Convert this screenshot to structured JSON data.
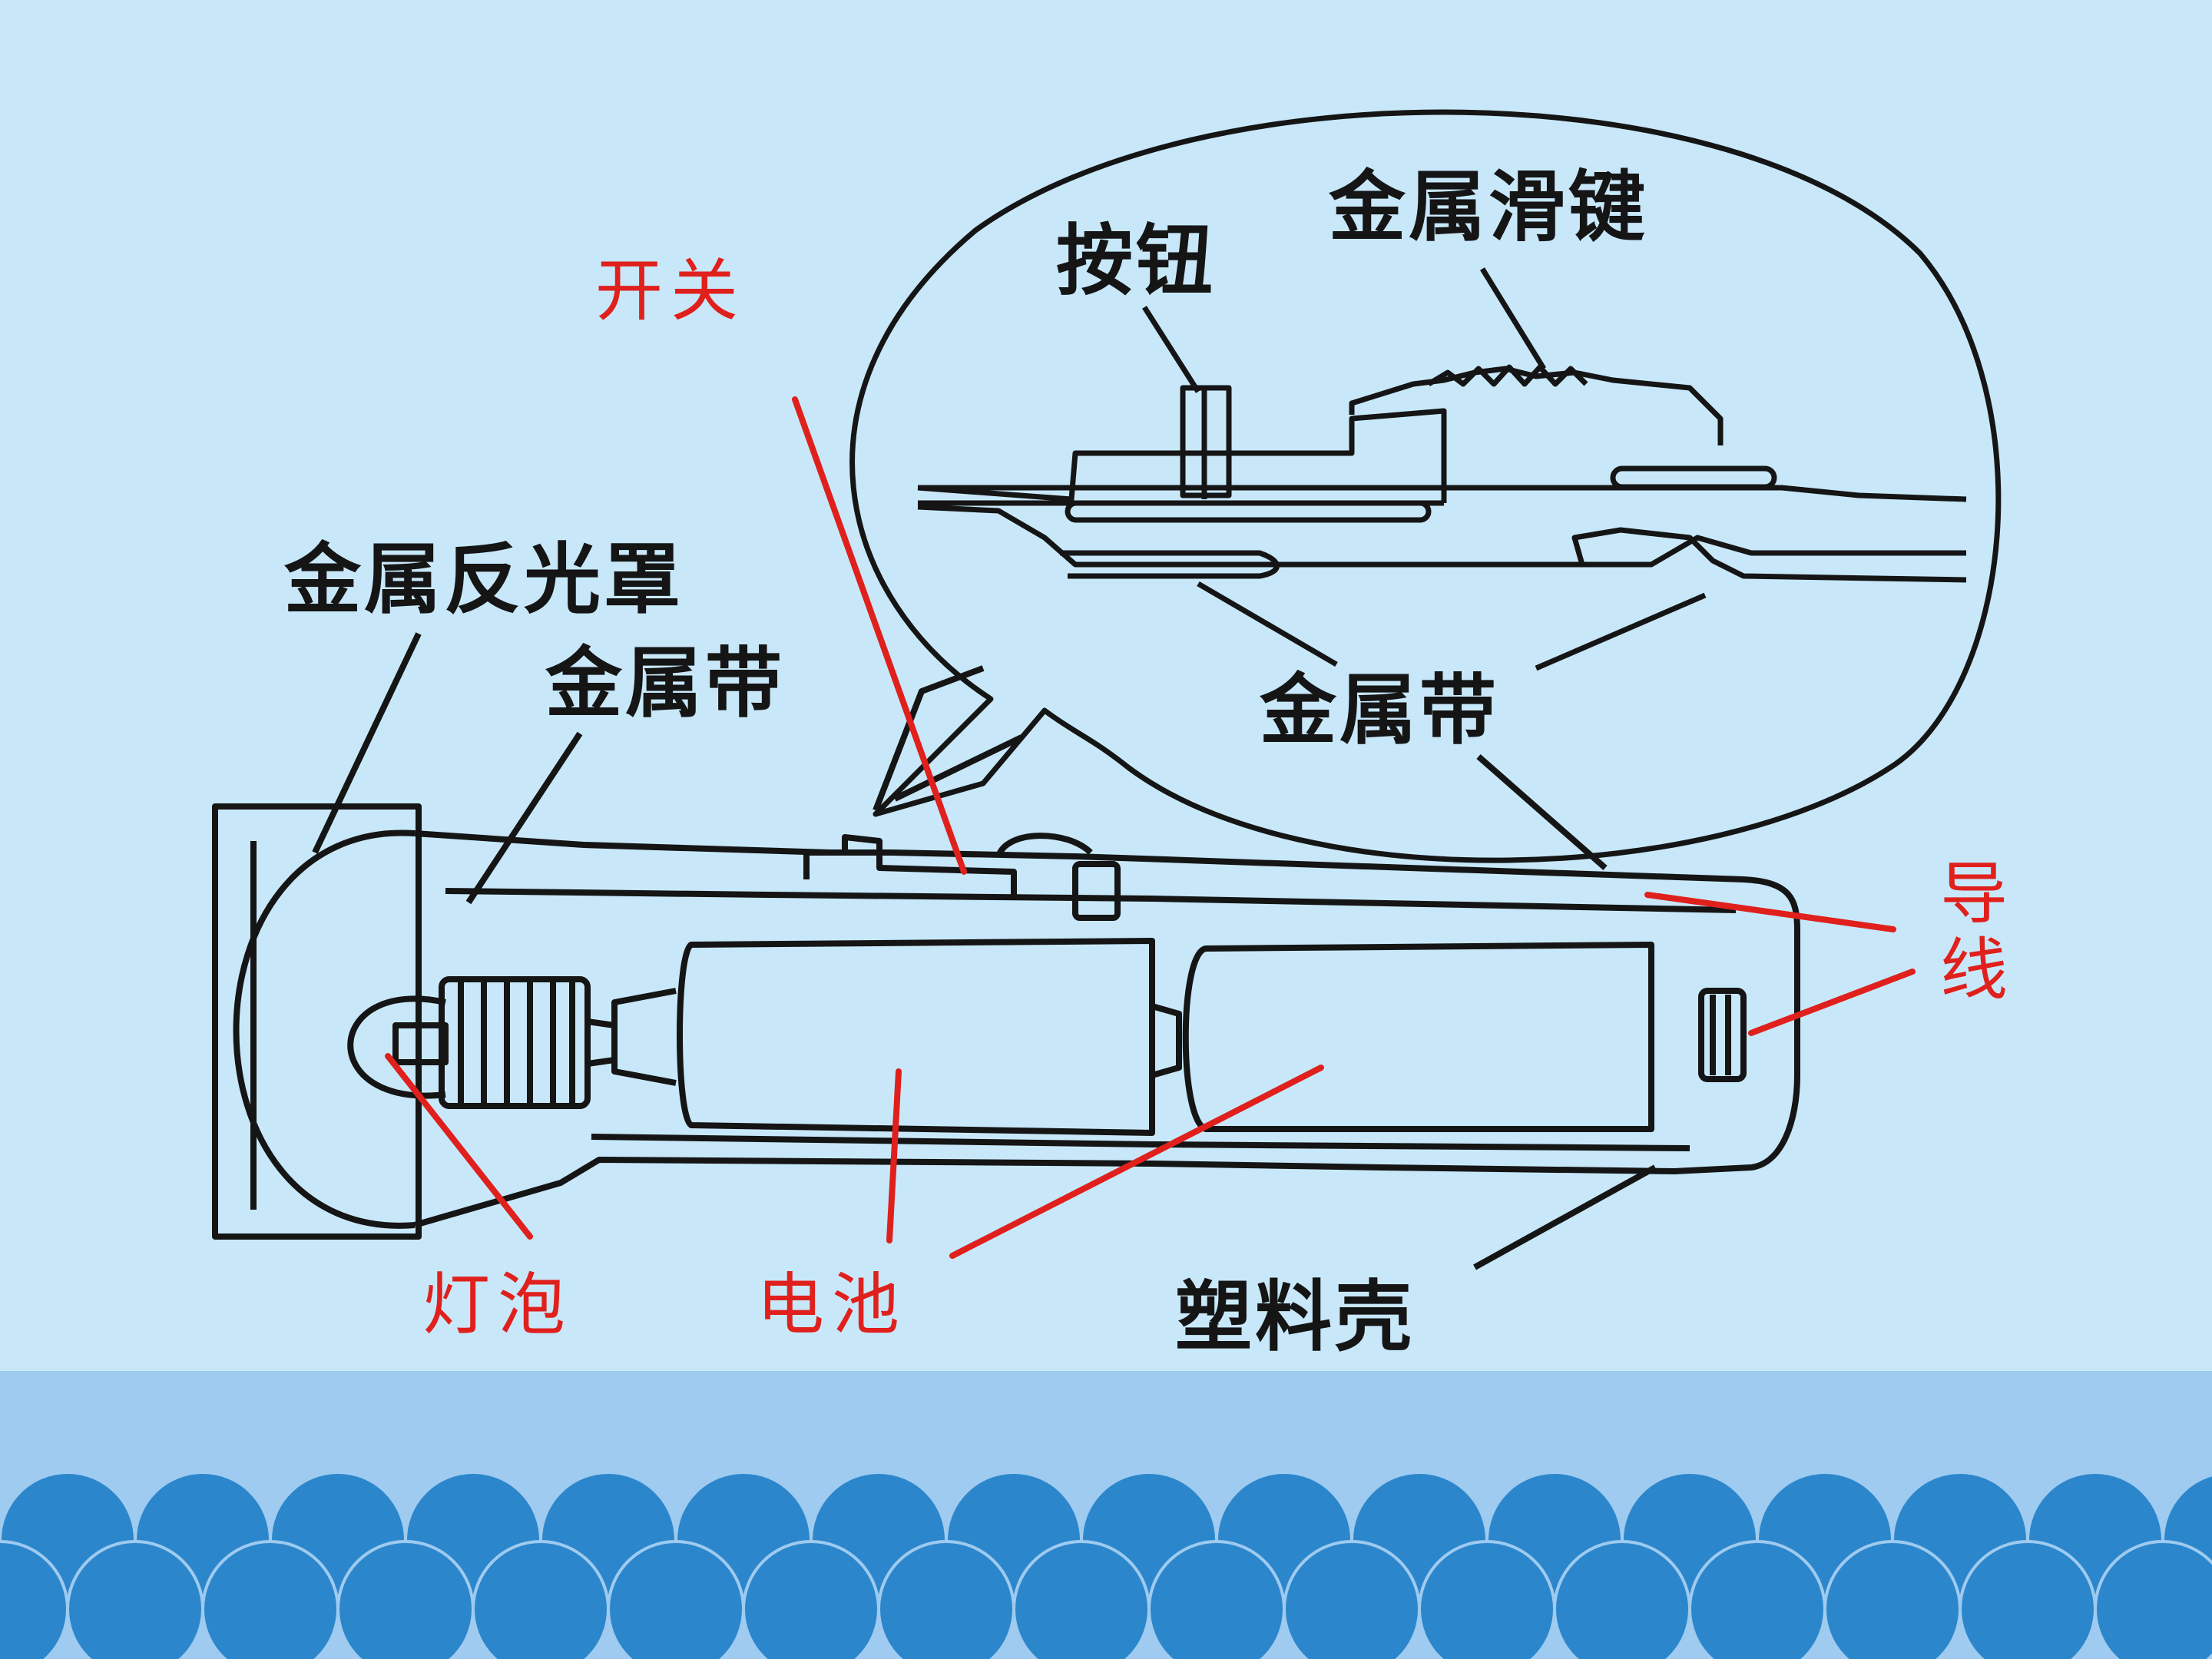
{
  "diagram": {
    "callouts_black": {
      "reflector": "金属反光罩",
      "metal_strip_left": "金属带",
      "button": "按钮",
      "metal_slide_key": "金属滑键",
      "metal_strip_right": "金属带",
      "plastic_shell": "塑料壳"
    },
    "callouts_red": {
      "switch": "开关",
      "wire": "导线",
      "bulb": "灯泡",
      "battery": "电池"
    }
  },
  "colors": {
    "background": "#c8e8fa",
    "drawing": "#151515",
    "red_label": "#e0201c",
    "band": "#9ecbef",
    "scallop": "#2c86cc"
  }
}
